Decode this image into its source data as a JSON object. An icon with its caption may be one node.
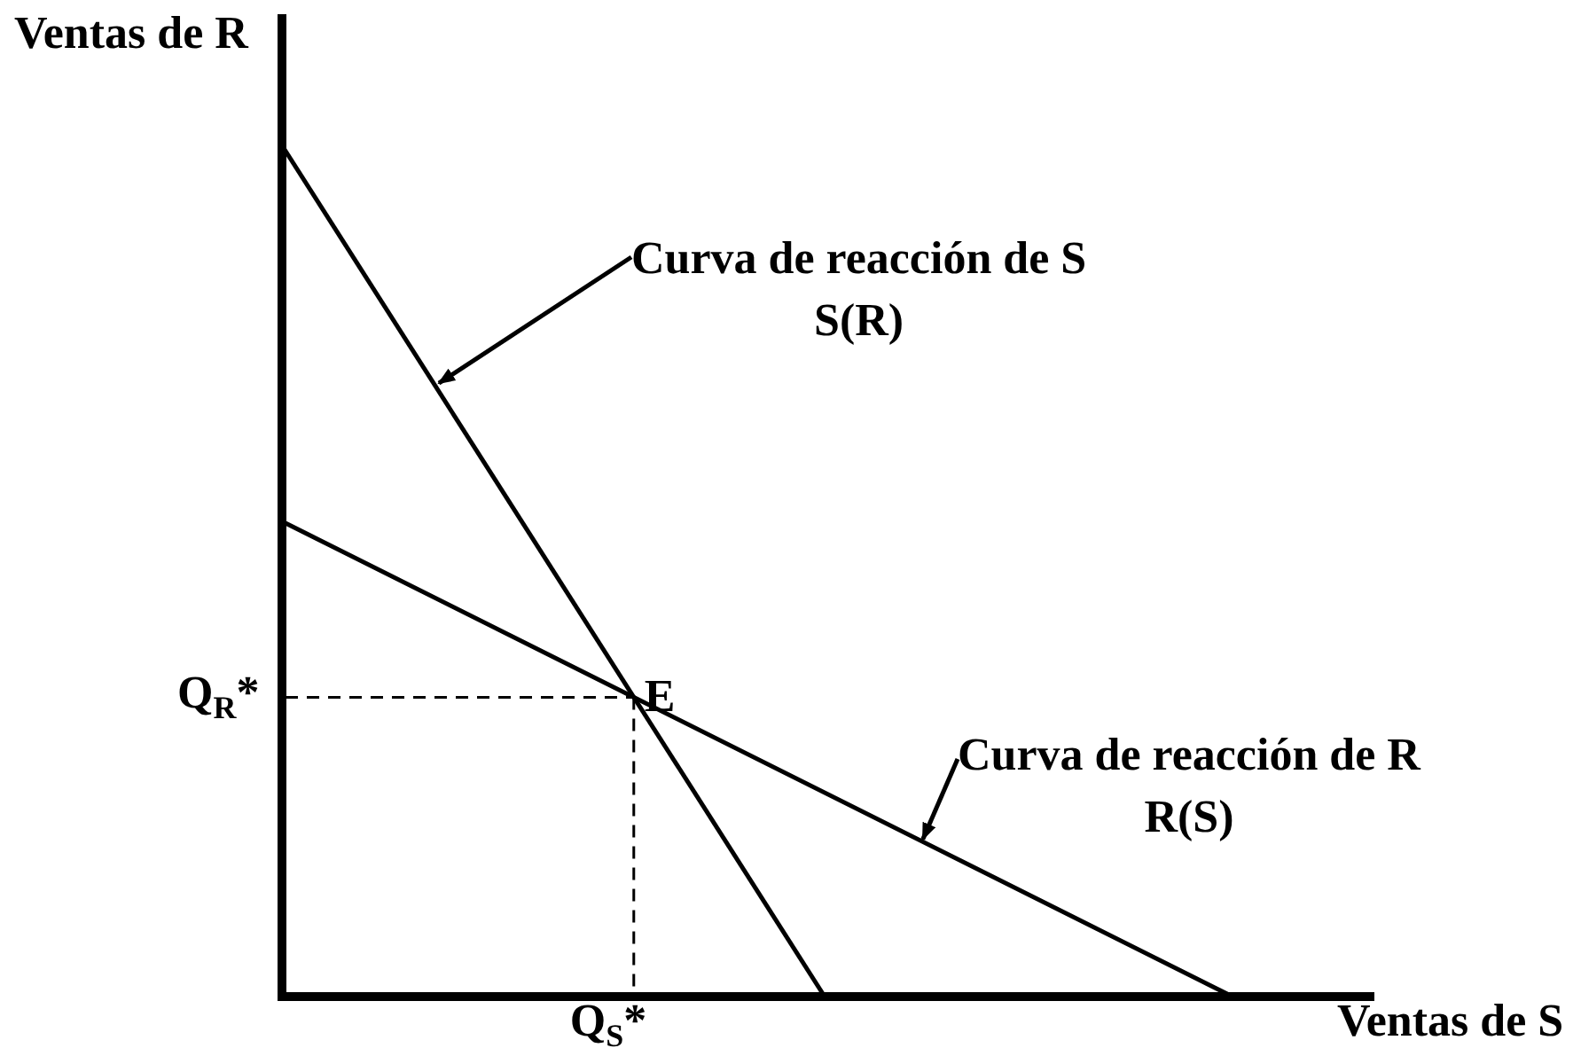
{
  "diagram": {
    "nodes": [
      {
        "text": [
          "Curva de reacción de S",
          "S(R)"
        ]
      },
      {
        "text": [],
        "shape": "line"
      },
      {
        "text": [
          "Curva de reacción de R",
          "R(S)"
        ]
      },
      {
        "text": [],
        "shape": "line"
      }
    ],
    "edges": [
      {
        "from": 0,
        "to": 1,
        "arrow": "to"
      },
      {
        "from": 2,
        "to": 3,
        "arrow": "to"
      }
    ],
    "labels": [
      "Ventas de R",
      "Q$_{R}$*",
      "E",
      "Q$_{S}$*",
      "Ventas de S"
    ]
  }
}
